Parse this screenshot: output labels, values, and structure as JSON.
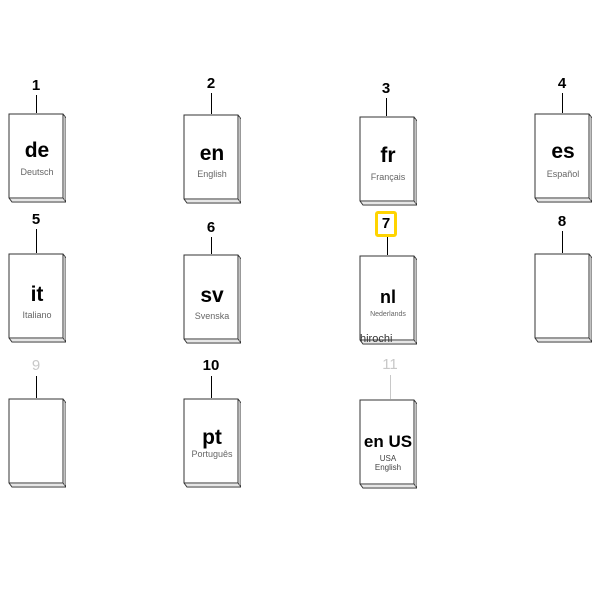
{
  "parts": [
    {
      "num": "1",
      "code": "de",
      "lang": "Deutsch",
      "sub": ""
    },
    {
      "num": "2",
      "code": "en",
      "lang": "English",
      "sub": ""
    },
    {
      "num": "3",
      "code": "fr",
      "lang": "Français",
      "sub": ""
    },
    {
      "num": "4",
      "code": "es",
      "lang": "Español",
      "sub": ""
    },
    {
      "num": "5",
      "code": "it",
      "lang": "Italiano",
      "sub": ""
    },
    {
      "num": "6",
      "code": "sv",
      "lang": "Svenska",
      "sub": ""
    },
    {
      "num": "7",
      "code": "nl",
      "lang": "Nederlands",
      "sub": ""
    },
    {
      "num": "8",
      "code": "",
      "lang": "",
      "sub": ""
    },
    {
      "num": "9",
      "code": "",
      "lang": "",
      "sub": ""
    },
    {
      "num": "10",
      "code": "pt",
      "lang": "Português",
      "sub": ""
    },
    {
      "num": "11",
      "code": "en US",
      "lang": "USA",
      "sub": "English"
    }
  ],
  "highlighted_part": "7",
  "dimmed_parts": [
    "9",
    "11"
  ],
  "highlight_color": "#ffd400",
  "dim_color": "#c8c8c8",
  "watermark": "hirochi"
}
